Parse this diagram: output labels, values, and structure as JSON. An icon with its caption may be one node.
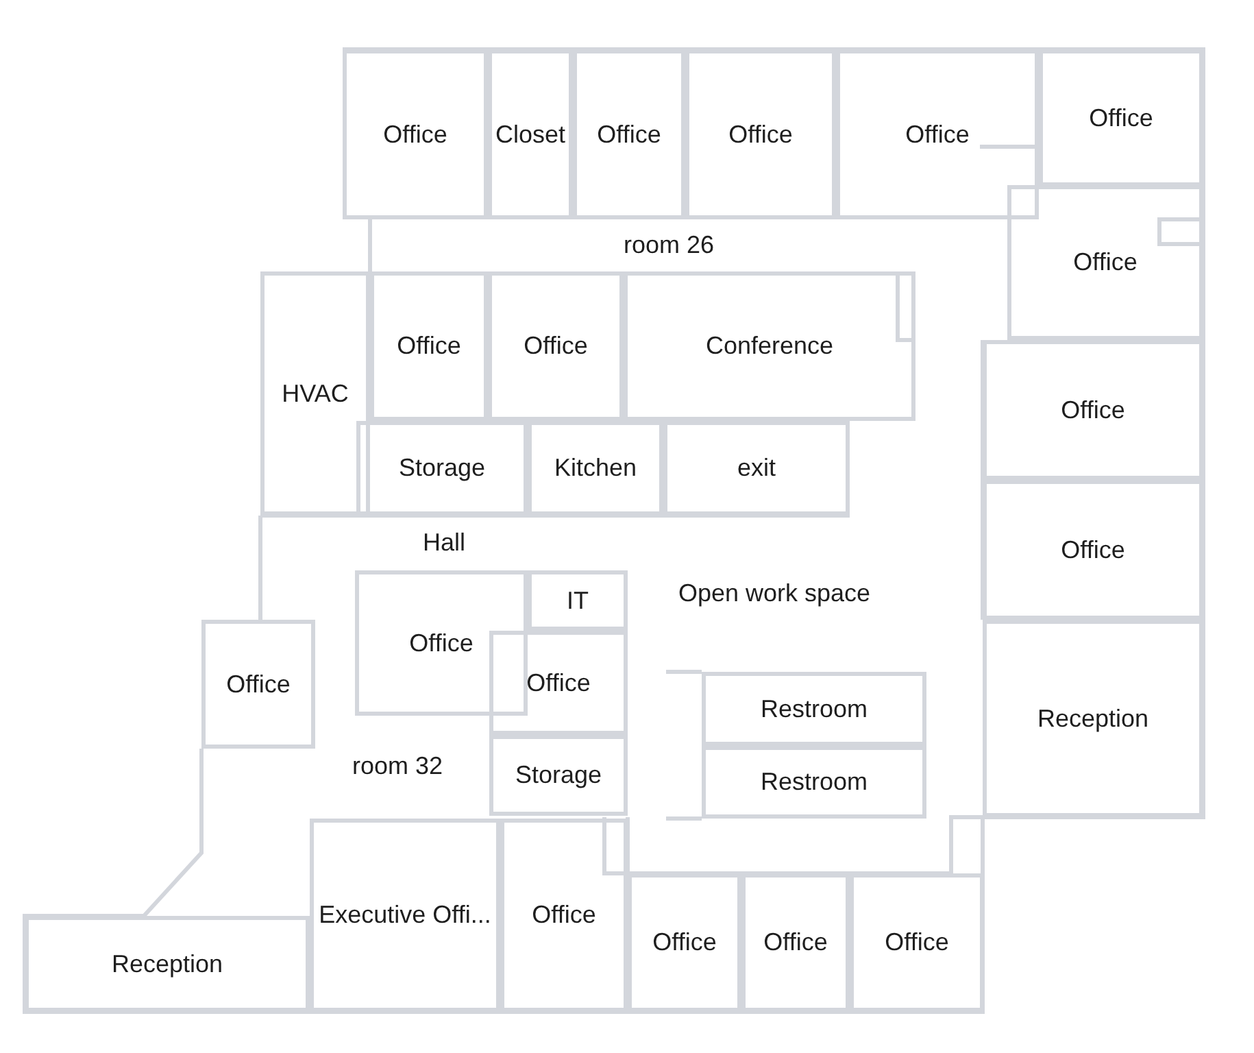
{
  "diagram": {
    "nodes": [
      {
        "text": [
          "Office"
        ]
      },
      {
        "text": [
          "Closet"
        ]
      },
      {
        "text": [
          "Office"
        ]
      },
      {
        "text": [
          "Office"
        ]
      },
      {
        "text": [
          "Office"
        ]
      },
      {
        "text": [
          "Office"
        ]
      },
      {
        "text": [
          "Office"
        ]
      },
      {
        "text": [
          "HVAC"
        ]
      },
      {
        "text": [
          "Office"
        ]
      },
      {
        "text": [
          "Office"
        ]
      },
      {
        "text": [
          "Conference"
        ]
      },
      {
        "text": [
          "Office"
        ]
      },
      {
        "text": [
          "Storage"
        ]
      },
      {
        "text": [
          "Kitchen"
        ]
      },
      {
        "text": [
          "exit"
        ]
      },
      {
        "text": [
          "Office"
        ]
      },
      {
        "text": [
          "Office"
        ]
      },
      {
        "text": [
          "IT"
        ]
      },
      {
        "text": [
          "Office"
        ]
      },
      {
        "text": [
          "Office"
        ]
      },
      {
        "text": [
          "Restroom"
        ]
      },
      {
        "text": [
          "Reception"
        ]
      },
      {
        "text": [
          "Storage"
        ]
      },
      {
        "text": [
          "Restroom"
        ]
      },
      {
        "text": [
          "Reception"
        ]
      },
      {
        "text": [
          "Executive Offi..."
        ]
      },
      {
        "text": [
          "Office"
        ]
      },
      {
        "text": [
          "Office"
        ]
      },
      {
        "text": [
          "Office"
        ]
      },
      {
        "text": [
          "Office"
        ]
      }
    ],
    "labels": [
      "room 26",
      "Hall",
      "Open work space",
      "room 32"
    ]
  }
}
